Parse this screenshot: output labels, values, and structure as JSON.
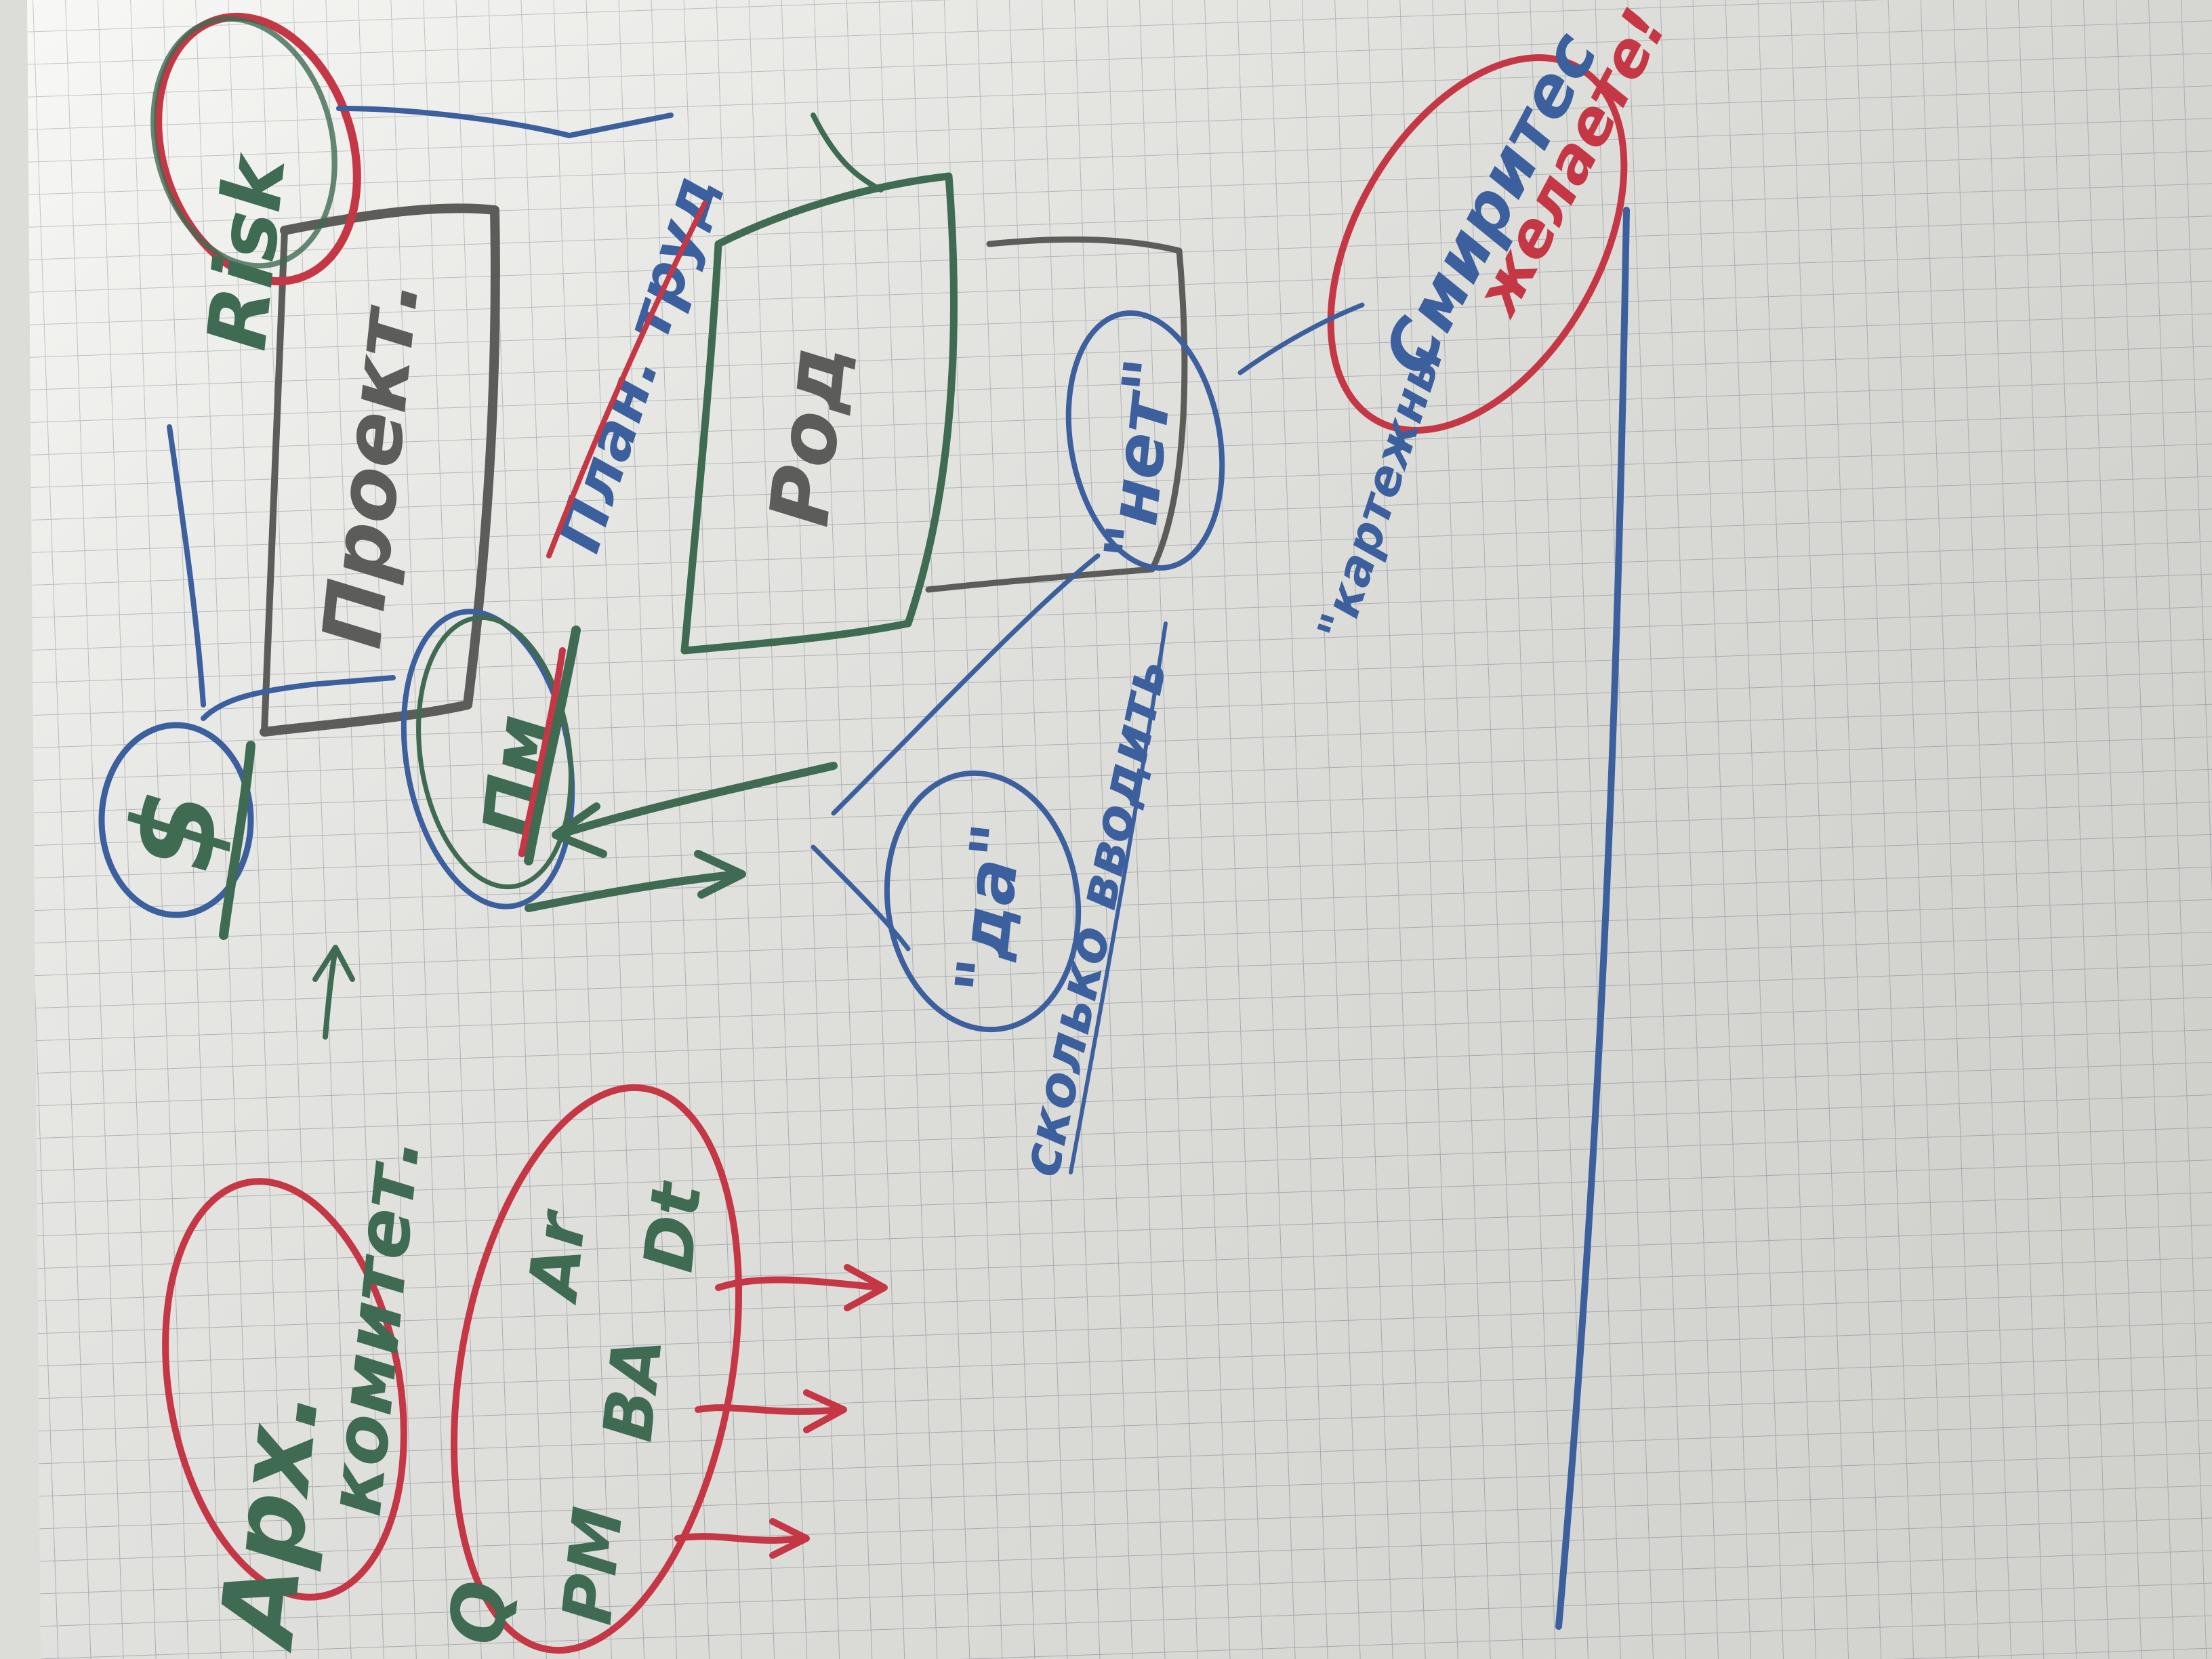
{
  "image": {
    "description_colors": {
      "paper": "#f3f3f0",
      "grid_line": "#b7b9bf",
      "green_marker": "#3f6b52",
      "blue_marker": "#3c5f9e",
      "red_marker": "#c53744",
      "black_marker": "#5a5a58"
    }
  },
  "labels": {
    "risk": "Risk",
    "project": "Проект.",
    "dollar": "$",
    "pm_circle": "Пм",
    "plan_trud": "План. труд",
    "rod": "Род",
    "nut": "\"нет\"",
    "da": "\"да\"",
    "smirites": "Смиритес",
    "zhelaete": "желаете!",
    "kartezhny": "\"картежны",
    "vvoditsya": "сколько вводить",
    "arch": "Арх.",
    "komitet": "комитет.",
    "pm": "PM",
    "ba": "BA",
    "ar": "Ar",
    "q": "Q",
    "dt": "Dt"
  }
}
